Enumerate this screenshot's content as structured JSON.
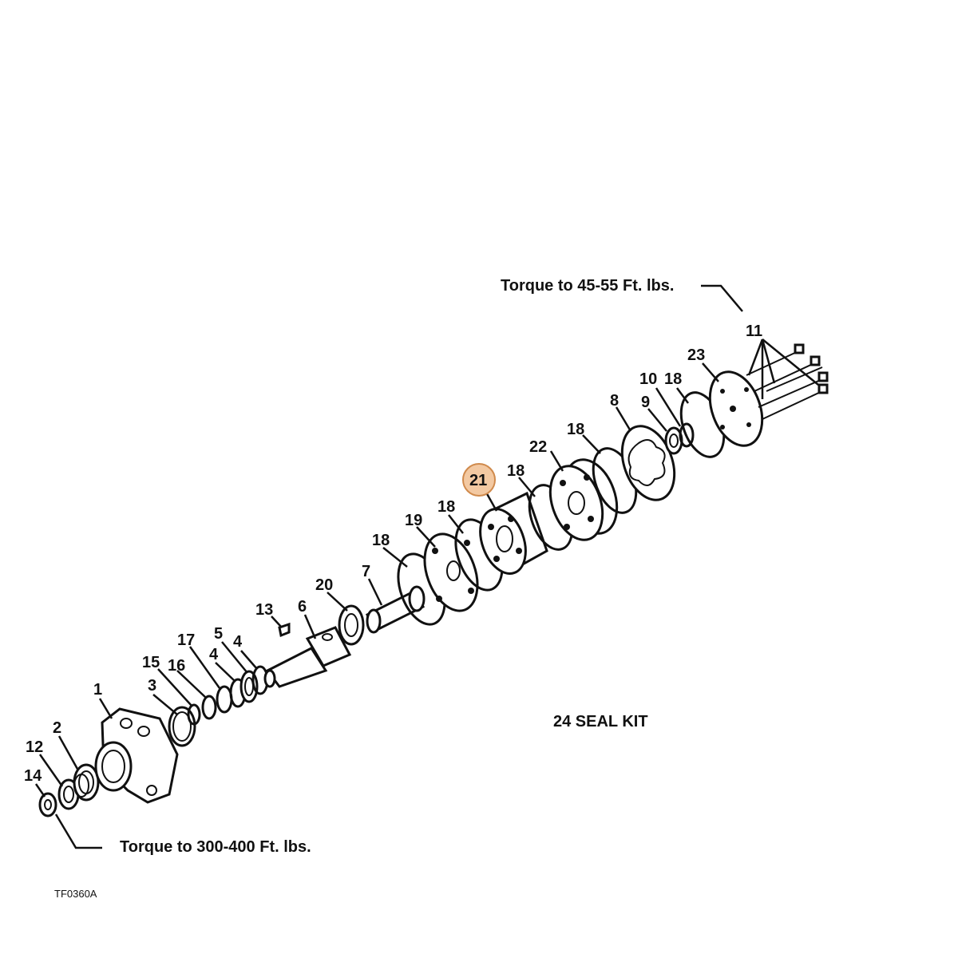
{
  "diagram": {
    "figure_code": "TF0360A",
    "seal_kit_label": "24 SEAL KIT",
    "torque_top": "Torque to 45-55 Ft. lbs.",
    "torque_bottom": "Torque to 300-400 Ft. lbs.",
    "highlight_color": "#f3c9a2",
    "highlight_stroke": "#d08a4c",
    "highlighted_part": "21",
    "callouts": [
      "1",
      "2",
      "3",
      "4",
      "4",
      "5",
      "6",
      "7",
      "8",
      "9",
      "10",
      "11",
      "12",
      "13",
      "14",
      "15",
      "16",
      "17",
      "18",
      "18",
      "18",
      "18",
      "18",
      "19",
      "20",
      "21",
      "22",
      "23"
    ]
  }
}
